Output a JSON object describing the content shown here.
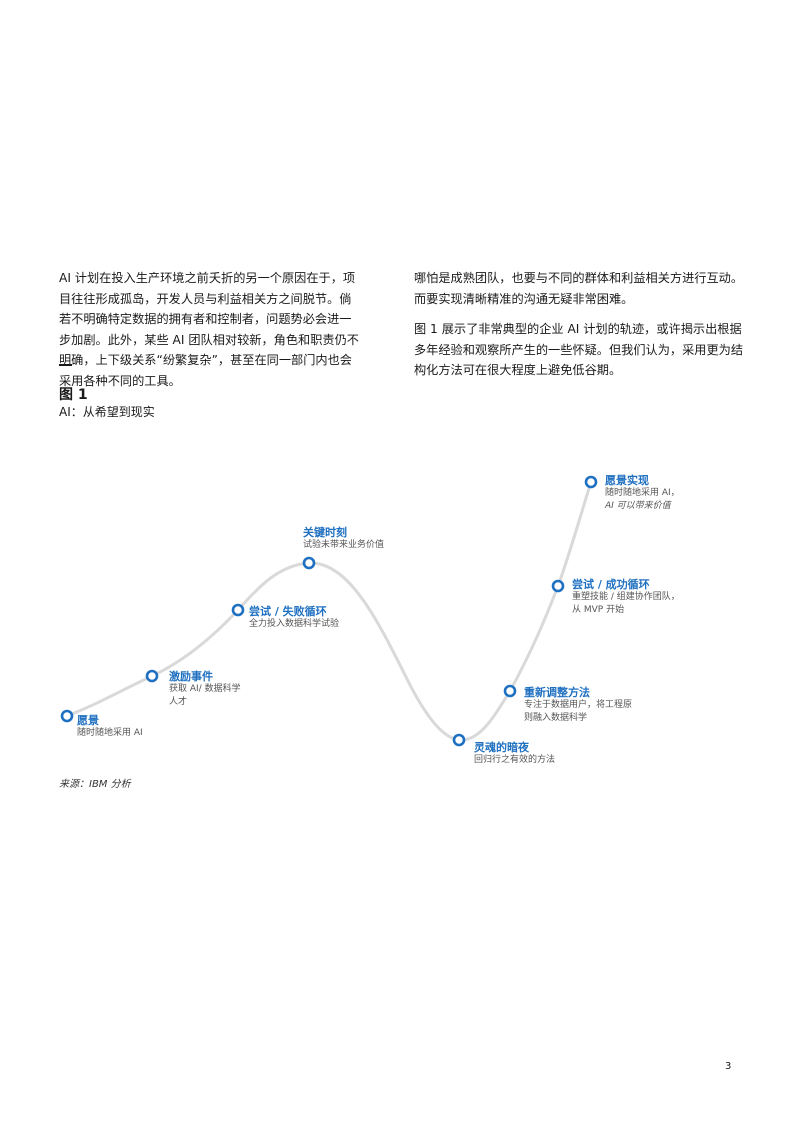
{
  "body": {
    "left_paragraph": "AI 计划在投入生产环境之前夭折的另一个原因在于，项目往往形成孤岛，开发人员与利益相关方之间脱节。倘若不明确特定数据的拥有者和控制者，问题势必会进一步加剧。此外，某些 AI 团队相对较新，角色和职责仍不明确，上下级关系“纷繁复杂”，甚至在同一部门内也会采用各种不同的工具。",
    "right_paragraph_1": "哪怕是成熟团队，也要与不同的群体和利益相关方进行互动。而要实现清晰精准的沟通无疑非常困难。",
    "right_paragraph_2": "图 1 展示了非常典型的企业 AI 计划的轨迹，或许揭示出根据多年经验和观察所产生的一些怀疑。但我们认为，采用更为结构化方法可在很大程度上避免低谷期。"
  },
  "figure": {
    "label": "图 1",
    "title": "AI：从希望到现实",
    "source": "来源：IBM 分析",
    "line_color": "#d9d9d9",
    "node_color": "#1f70c1",
    "stages": [
      {
        "title": "愿景",
        "desc_lines": [
          "随时随地采用 AI"
        ]
      },
      {
        "title": "激励事件",
        "desc_lines": [
          "获取 AI/ 数据科学",
          "人才"
        ]
      },
      {
        "title": "尝试 / 失败循环",
        "desc_lines": [
          "全力投入数据科学试验"
        ]
      },
      {
        "title": "关键时刻",
        "desc_lines": [
          "试验未带来业务价值"
        ]
      },
      {
        "title": "灵魂的暗夜",
        "desc_lines": [
          "回归行之有效的方法"
        ]
      },
      {
        "title": "重新调整方法",
        "desc_lines": [
          "专注于数据用户，将工程原",
          "则融入数据科学"
        ]
      },
      {
        "title": "尝试 / 成功循环",
        "desc_lines": [
          "重塑技能 / 组建协作团队，",
          "从 MVP 开始"
        ]
      },
      {
        "title": "愿景实现",
        "desc_lines": [
          "随时随地采用 AI，",
          "AI 可以带来价值"
        ]
      }
    ]
  },
  "page_number": "3"
}
